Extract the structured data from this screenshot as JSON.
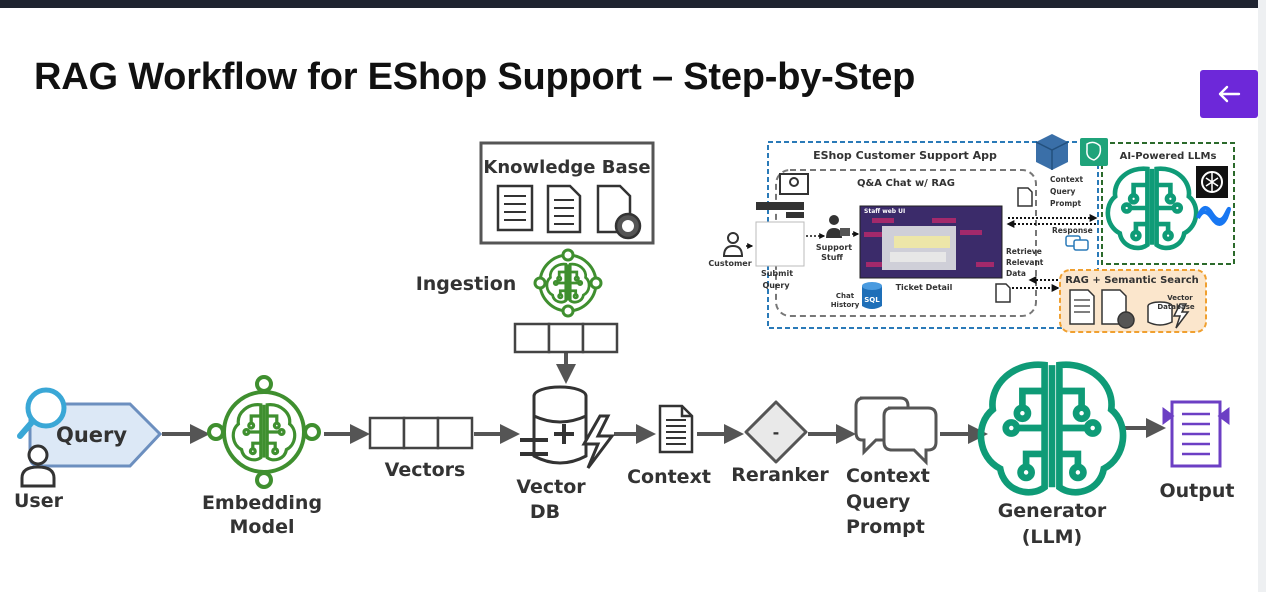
{
  "title": "RAG Workflow for EShop Support – Step-by-Step",
  "colors": {
    "accent": "#6d28d9",
    "green": "#3f8f2f",
    "teal": "#0f9b77",
    "blue": "#2a7ab8",
    "orange": "#f0a030"
  },
  "icons": [
    "arrow-left-icon",
    "search-icon",
    "user-icon",
    "brain-icon",
    "database-icon",
    "document-icon",
    "chat-bubbles-icon",
    "list-icon",
    "openai-icon",
    "meta-icon",
    "sql-icon",
    "cube-icon"
  ],
  "flow": {
    "query": "Query",
    "user": "User",
    "embedding_1": "Embedding",
    "embedding_2": "Model",
    "vectors": "Vectors",
    "vectordb_1": "Vector",
    "vectordb_2": "DB",
    "context": "Context",
    "reranker": "Reranker",
    "reranker_symbol": "-",
    "prompt_1": "Context",
    "prompt_2": "Query",
    "prompt_3": "Prompt",
    "generator_1": "Generator",
    "generator_2": "(LLM)",
    "output": "Output",
    "knowledge_base": "Knowledge Base",
    "ingestion": "Ingestion"
  },
  "inset": {
    "app_title": "EShop Customer Support App",
    "qa_title": "Q&A Chat w/ RAG",
    "staff_ui": "Staff web UI",
    "customer": "Customer",
    "submit_1": "Submit",
    "submit_2": "Query",
    "support_1": "Support",
    "support_2": "Stuff",
    "chat_1": "Chat",
    "chat_2": "History",
    "sql": "SQL",
    "ticket": "Ticket Detail",
    "ctx_1": "Context",
    "ctx_2": "Query",
    "ctx_3": "Prompt",
    "response": "Response",
    "retrieve_1": "Retrieve",
    "retrieve_2": "Relevant",
    "retrieve_3": "Data",
    "ai_llms": "AI-Powered LLMs",
    "rag_search": "RAG + Semantic Search",
    "vdb_1": "Vector",
    "vdb_2": "Database"
  }
}
